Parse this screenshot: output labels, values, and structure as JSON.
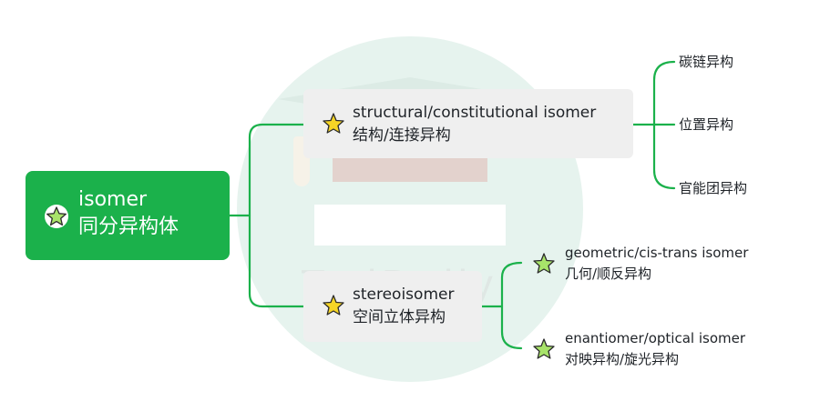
{
  "root": {
    "line1": "isomer",
    "line2": "同分异构体"
  },
  "structural": {
    "line1": "structural/constitutional isomer",
    "line2": "结构/连接异构",
    "children": [
      "碳链异构",
      "位置异构",
      "官能团异构"
    ]
  },
  "stereo": {
    "line1": "stereoisomer",
    "line2": "空间立体异构",
    "children": [
      {
        "line1": "geometric/cis-trans isomer",
        "line2": "几何/顺反异构"
      },
      {
        "line1": "enantiomer/optical isomer",
        "line2": "对映异构/旋光异构"
      }
    ]
  },
  "watermark": "TedDaily",
  "colors": {
    "root_fill": "#1bb14b",
    "connector": "#1bb14b",
    "mid_fill": "#efefef",
    "star_yellow": "#f6d525",
    "star_green": "#a8e36a"
  }
}
